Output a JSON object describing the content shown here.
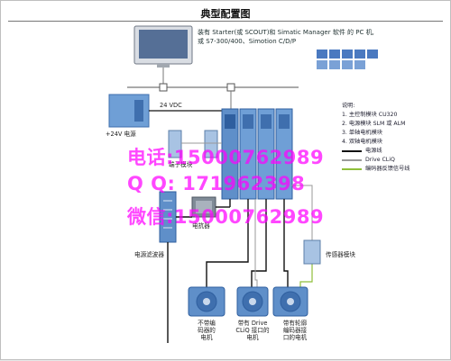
{
  "title": "典型配置图",
  "pc_caption": [
    "装有 Starter(或 SCOUT)和 Simatic Manager 软件 的 PC 机,",
    "或 S7-300/400、Simotion C/D/P"
  ],
  "labels": {
    "vdc": "24 VDC",
    "psu": "+24V 电源",
    "terminal_module": "端子模块",
    "reactor": "电抗器",
    "filter": "电源滤波器",
    "sensor_module": "传感器模块",
    "motor1": [
      "不带编",
      "码器的",
      "电机"
    ],
    "motor2": [
      "带有 Drive",
      "CLiQ 接口的",
      "电机"
    ],
    "motor3": [
      "带有轮廓",
      "编码器接",
      "口的电机"
    ]
  },
  "legend": {
    "heading": "说明:",
    "items": [
      "1. 主控制模块 CU320",
      "2. 电源模块 SLM 或 ALM",
      "3. 单轴电机模块",
      "4. 双轴电机模块"
    ],
    "lines": [
      {
        "label": "电源线",
        "color": "#111111"
      },
      {
        "label": "Drive CLiQ",
        "color": "#9a9a9a"
      },
      {
        "label": "编码器反馈信号线",
        "color": "#8fbf3a"
      }
    ]
  },
  "watermark": {
    "phone": "电话:15000762989",
    "qq": "Q  Q: 171962398",
    "wechat": "微信:15000762989"
  },
  "colors": {
    "device_blue": "#5f8fc9",
    "device_blue_dark": "#2f5f9f",
    "cable_gray": "#9a9a9a",
    "watermark": "#ff00ff"
  }
}
